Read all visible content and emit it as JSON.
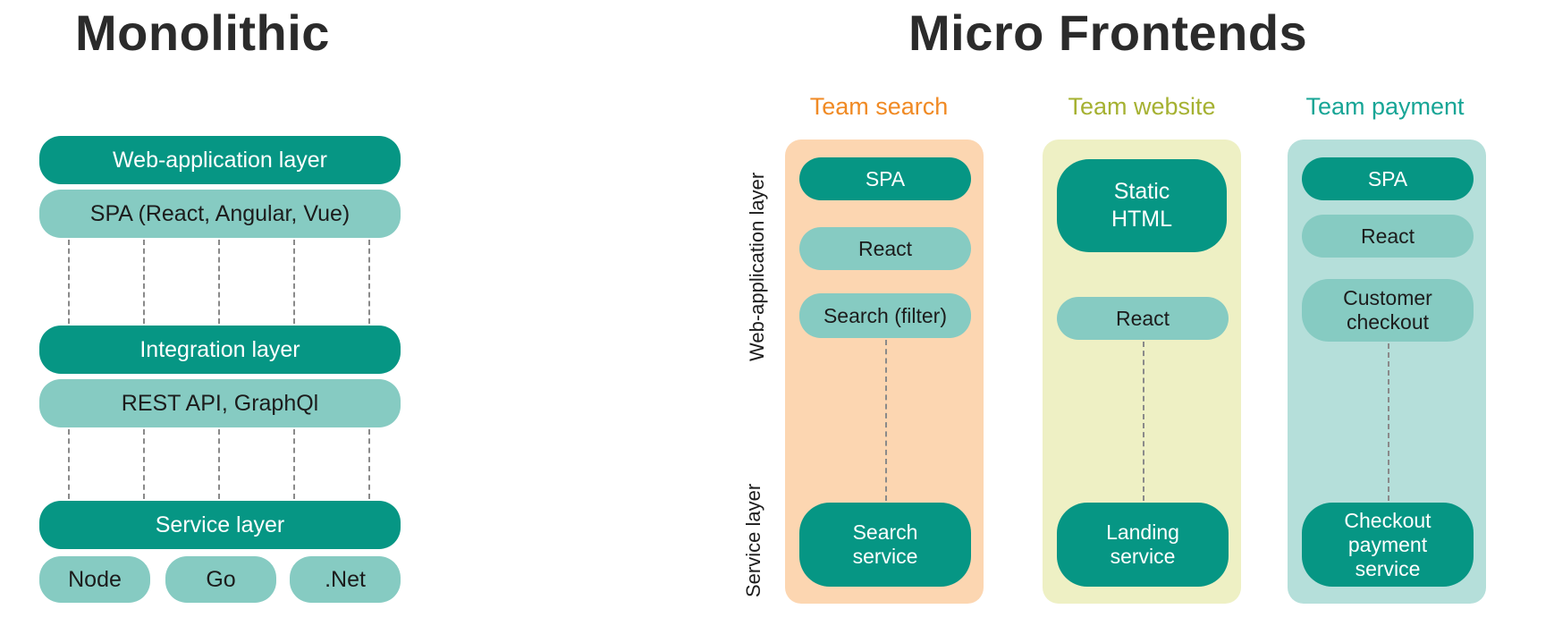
{
  "monolithic": {
    "title": "Monolithic",
    "web_layer": "Web-application layer",
    "spa": "SPA (React, Angular, Vue)",
    "integration_layer": "Integration layer",
    "api": "REST API, GraphQl",
    "service_layer": "Service layer",
    "services": [
      "Node",
      "Go",
      ".Net"
    ]
  },
  "micro": {
    "title": "Micro Frontends",
    "axis_labels": {
      "web": "Web-application layer",
      "service": "Service layer"
    },
    "teams": [
      {
        "title": "Team search",
        "color": "#f08a24",
        "bg": "#fcd6b1",
        "items": [
          "SPA",
          "React",
          "Search (filter)"
        ],
        "service": "Search\nservice"
      },
      {
        "title": "Team website",
        "color": "#a5b131",
        "bg": "#eef0c4",
        "items": [
          "Static\nHTML",
          "React"
        ],
        "service": "Landing\nservice"
      },
      {
        "title": "Team payment",
        "color": "#17a596",
        "bg": "#b5dfda",
        "items": [
          "SPA",
          "React",
          "Customer\ncheckout"
        ],
        "service": "Checkout\npayment\nservice"
      }
    ]
  },
  "colors": {
    "dark_teal": "#069684",
    "light_teal": "#86cbc2",
    "title_text": "#2b2b2b",
    "dashed_line": "#8a8a8a"
  }
}
